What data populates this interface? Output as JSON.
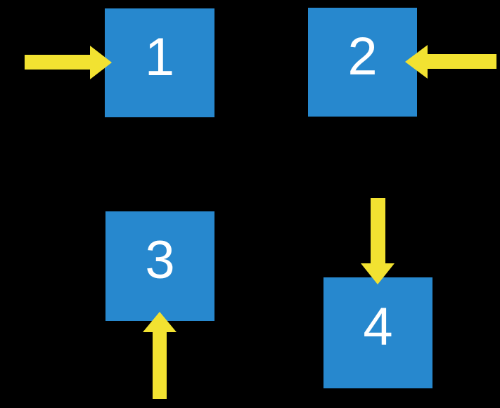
{
  "diagram": {
    "colors": {
      "background": "#000000",
      "square": "#2788CE",
      "arrow": "#F2E231",
      "number": "#FFFFFF"
    },
    "nodes": [
      {
        "label": "1",
        "arrow_direction": "right"
      },
      {
        "label": "2",
        "arrow_direction": "left"
      },
      {
        "label": "3",
        "arrow_direction": "up"
      },
      {
        "label": "4",
        "arrow_direction": "down"
      }
    ]
  }
}
